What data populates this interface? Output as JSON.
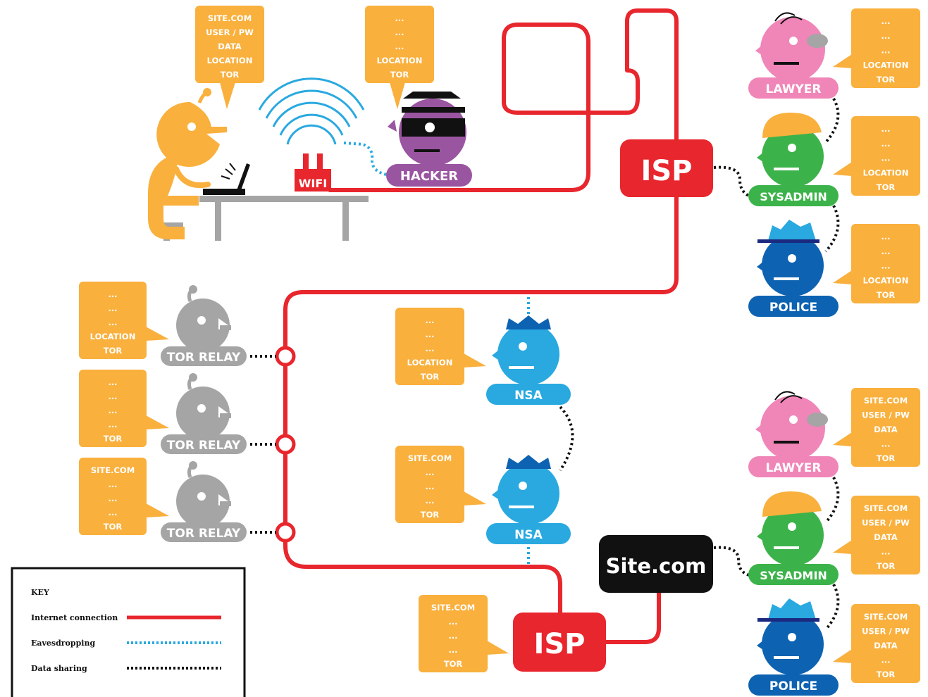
{
  "colors": {
    "internet": "#e8262d",
    "eaves": "#29a9e0",
    "share": "#111111",
    "bubble": "#f9b03d",
    "user": "#f9b03d",
    "hacker": "#9a55a1",
    "lawyer": "#f085b8",
    "sysadmin": "#3cb34a",
    "police": "#0d63b1",
    "nsa": "#29a9e0",
    "relay": "#a5a5a5",
    "desk": "#a5a5a5",
    "hat": "#f9b03d",
    "site": "#111111"
  },
  "labels": {
    "wifi": "WIFI",
    "hacker": "HACKER",
    "isp_top": "ISP",
    "isp_bottom": "ISP",
    "site": "Site.com",
    "lawyer_top": "LAWYER",
    "sysadmin_top": "SYSADMIN",
    "police_top": "POLICE",
    "lawyer_bottom": "LAWYER",
    "sysadmin_bottom": "SYSADMIN",
    "police_bottom": "POLICE",
    "nsa_top": "NSA",
    "nsa_bottom": "NSA",
    "relay_1": "TOR RELAY",
    "relay_2": "TOR RELAY",
    "relay_3": "TOR RELAY"
  },
  "bubbles": {
    "user": [
      "SITE.COM",
      "USER / PW",
      "DATA",
      "LOCATION",
      "TOR"
    ],
    "hacker": [
      "...",
      "...",
      "...",
      "LOCATION",
      "TOR"
    ],
    "lawyer_top": [
      "...",
      "...",
      "...",
      "LOCATION",
      "TOR"
    ],
    "sysadmin_top": [
      "...",
      "...",
      "...",
      "LOCATION",
      "TOR"
    ],
    "police_top": [
      "...",
      "...",
      "...",
      "LOCATION",
      "TOR"
    ],
    "relay_1": [
      "...",
      "...",
      "...",
      "LOCATION",
      "TOR"
    ],
    "relay_2": [
      "...",
      "...",
      "...",
      "...",
      "TOR"
    ],
    "relay_3": [
      "SITE.COM",
      "...",
      "...",
      "...",
      "TOR"
    ],
    "nsa_top": [
      "...",
      "...",
      "...",
      "LOCATION",
      "TOR"
    ],
    "nsa_bottom": [
      "SITE.COM",
      "...",
      "...",
      "...",
      "TOR"
    ],
    "isp_bottom": [
      "SITE.COM",
      "...",
      "...",
      "...",
      "TOR"
    ],
    "lawyer_bottom": [
      "SITE.COM",
      "USER / PW",
      "DATA",
      "...",
      "TOR"
    ],
    "sysadmin_bottom": [
      "SITE.COM",
      "USER / PW",
      "DATA",
      "...",
      "TOR"
    ],
    "police_bottom": [
      "SITE.COM",
      "USER / PW",
      "DATA",
      "...",
      "TOR"
    ]
  },
  "key": {
    "title": "KEY",
    "internet": "Internet connection",
    "eaves": "Eavesdropping",
    "share": "Data sharing"
  }
}
